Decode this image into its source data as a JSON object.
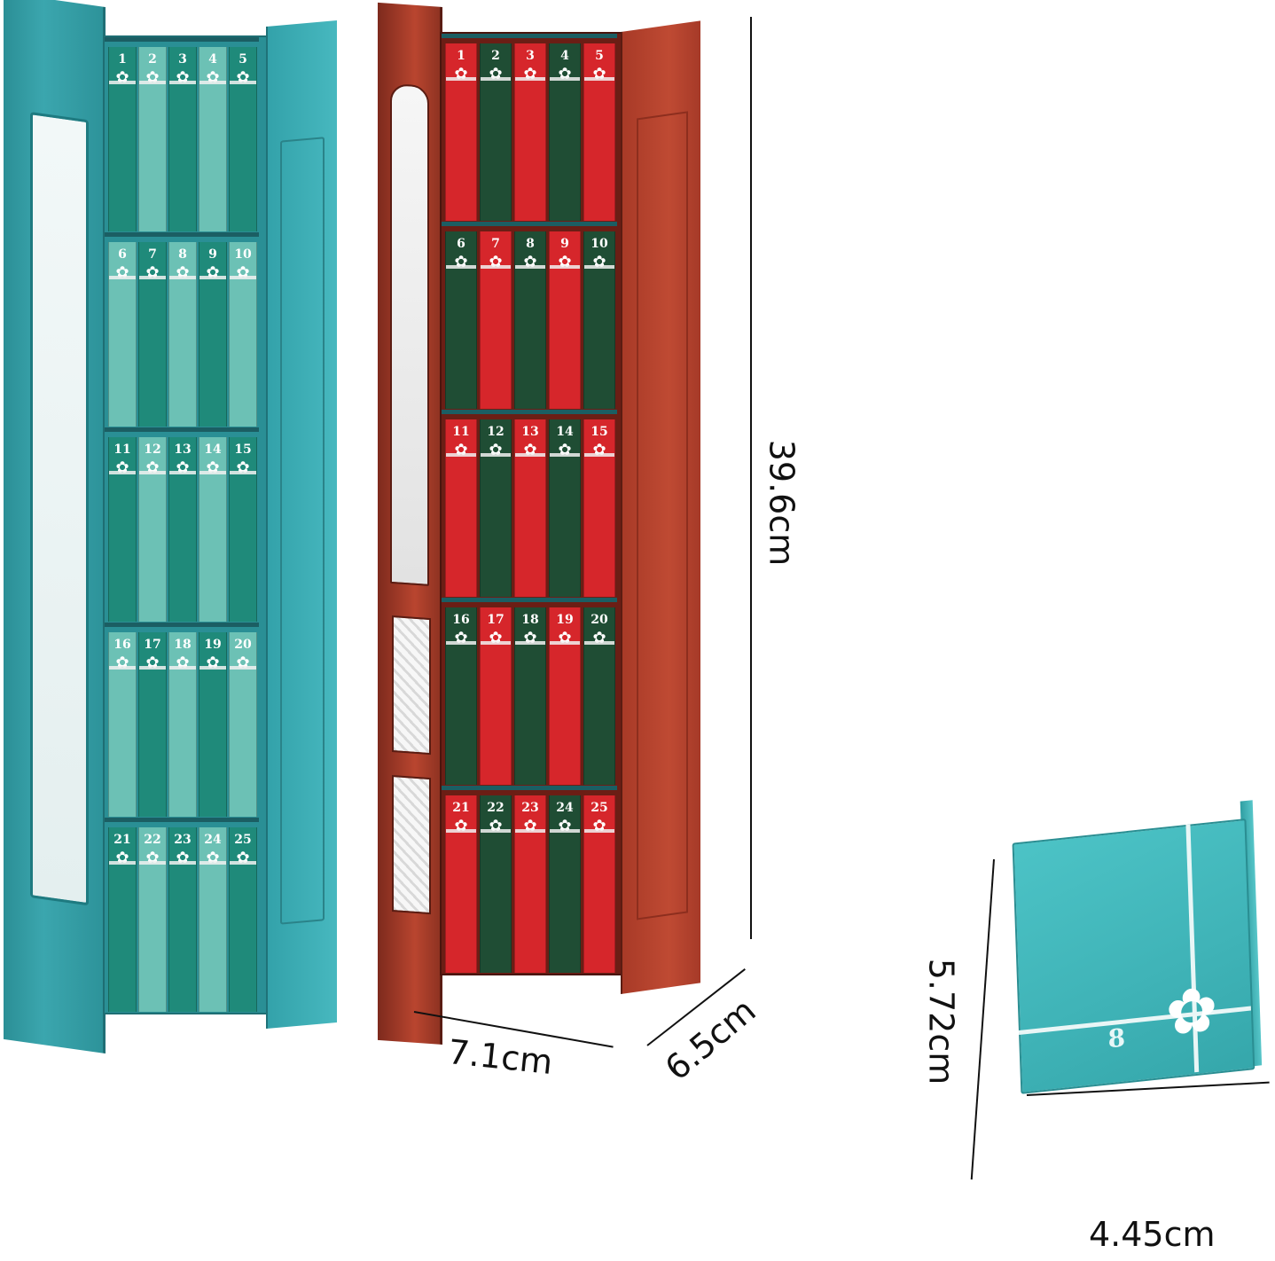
{
  "teal_calendar": {
    "colors": {
      "dark": "#1f8a7a",
      "light": "#6cc1b5",
      "number_text": "#ffffff"
    },
    "drawers": [
      {
        "slots": [
          {
            "n": "1",
            "tone": "dark"
          },
          {
            "n": "2",
            "tone": "light"
          },
          {
            "n": "3",
            "tone": "dark"
          },
          {
            "n": "4",
            "tone": "light"
          },
          {
            "n": "5",
            "tone": "dark"
          }
        ]
      },
      {
        "slots": [
          {
            "n": "6",
            "tone": "light"
          },
          {
            "n": "7",
            "tone": "dark"
          },
          {
            "n": "8",
            "tone": "light"
          },
          {
            "n": "9",
            "tone": "dark"
          },
          {
            "n": "10",
            "tone": "light"
          }
        ]
      },
      {
        "slots": [
          {
            "n": "11",
            "tone": "dark"
          },
          {
            "n": "12",
            "tone": "light"
          },
          {
            "n": "13",
            "tone": "dark"
          },
          {
            "n": "14",
            "tone": "light"
          },
          {
            "n": "15",
            "tone": "dark"
          }
        ]
      },
      {
        "slots": [
          {
            "n": "16",
            "tone": "light"
          },
          {
            "n": "17",
            "tone": "dark"
          },
          {
            "n": "18",
            "tone": "light"
          },
          {
            "n": "19",
            "tone": "dark"
          },
          {
            "n": "20",
            "tone": "light"
          }
        ]
      },
      {
        "slots": [
          {
            "n": "21",
            "tone": "dark"
          },
          {
            "n": "22",
            "tone": "light"
          },
          {
            "n": "23",
            "tone": "dark"
          },
          {
            "n": "24",
            "tone": "light"
          },
          {
            "n": "25",
            "tone": "dark"
          }
        ]
      }
    ]
  },
  "red_calendar": {
    "colors": {
      "red": "#d6262b",
      "green": "#1f4d34",
      "number_text": "#ffffff"
    },
    "drawers": [
      {
        "slots": [
          {
            "n": "1",
            "tone": "red"
          },
          {
            "n": "2",
            "tone": "green"
          },
          {
            "n": "3",
            "tone": "red"
          },
          {
            "n": "4",
            "tone": "green"
          },
          {
            "n": "5",
            "tone": "red"
          }
        ]
      },
      {
        "slots": [
          {
            "n": "6",
            "tone": "green"
          },
          {
            "n": "7",
            "tone": "red"
          },
          {
            "n": "8",
            "tone": "green"
          },
          {
            "n": "9",
            "tone": "red"
          },
          {
            "n": "10",
            "tone": "green"
          }
        ]
      },
      {
        "slots": [
          {
            "n": "11",
            "tone": "red"
          },
          {
            "n": "12",
            "tone": "green"
          },
          {
            "n": "13",
            "tone": "red"
          },
          {
            "n": "14",
            "tone": "green"
          },
          {
            "n": "15",
            "tone": "red"
          }
        ]
      },
      {
        "slots": [
          {
            "n": "16",
            "tone": "green"
          },
          {
            "n": "17",
            "tone": "red"
          },
          {
            "n": "18",
            "tone": "green"
          },
          {
            "n": "19",
            "tone": "red"
          },
          {
            "n": "20",
            "tone": "green"
          }
        ]
      },
      {
        "slots": [
          {
            "n": "21",
            "tone": "red"
          },
          {
            "n": "22",
            "tone": "green"
          },
          {
            "n": "23",
            "tone": "red"
          },
          {
            "n": "24",
            "tone": "green"
          },
          {
            "n": "25",
            "tone": "red"
          }
        ]
      }
    ]
  },
  "dimensions": {
    "height": "39.6cm",
    "width": "7.1cm",
    "depth": "6.5cm",
    "small_box_height": "5.72cm",
    "small_box_width": "4.45cm"
  },
  "small_box": {
    "number": "8",
    "bow_icon": "bow-icon",
    "color": "#45bcc0"
  }
}
